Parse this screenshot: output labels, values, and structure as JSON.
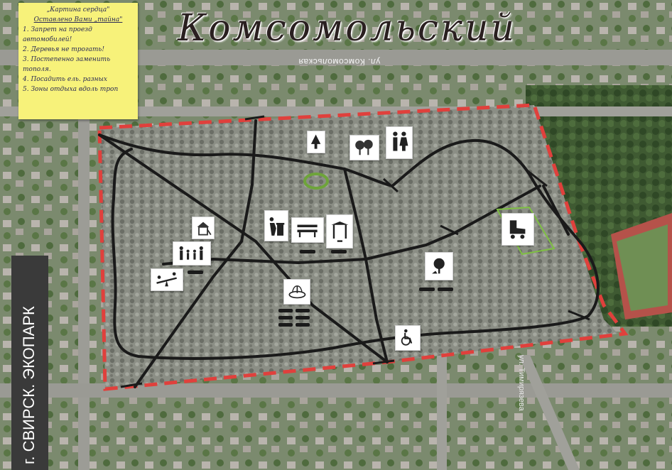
{
  "map": {
    "title": "Комсомольский",
    "street_top": "ул. Комсомольская",
    "street_right": "ул. Тимирязева",
    "city_label": "г. СВИРСК. ЭКОПАРК",
    "boundary_color": "#e0403c",
    "path_color": "#1a1a1a",
    "park_fill": "#8c8f86"
  },
  "note": {
    "heading_line1": "„Картина сердца\"",
    "heading_line2": "Оставлено Вами „тайна\"",
    "items": [
      "1. Запрет на проезд",
      "   автомобилей!",
      "2. Деревья не трогать!",
      "3. Постепенно заменить",
      "   тополя.",
      "4. Посадить ель. разных",
      "5. Зоны отдыха вдоль троп"
    ]
  },
  "icons": [
    {
      "name": "conifer-tree-icon"
    },
    {
      "name": "deciduous-trees-icon"
    },
    {
      "name": "restroom-icon"
    },
    {
      "name": "playground-house-icon"
    },
    {
      "name": "family-icon"
    },
    {
      "name": "seesaw-icon"
    },
    {
      "name": "trash-bin-icon"
    },
    {
      "name": "bench-icon"
    },
    {
      "name": "gazebo-icon"
    },
    {
      "name": "fountain-icon"
    },
    {
      "name": "dog-walking-icon"
    },
    {
      "name": "roller-skate-icon"
    },
    {
      "name": "wheelchair-icon"
    }
  ]
}
